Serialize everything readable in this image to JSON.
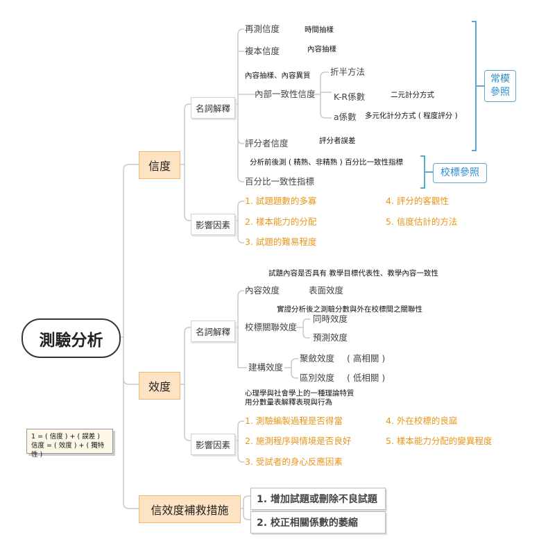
{
  "root": "測驗分析",
  "formula": [
    "1 = ( 信度 ) + ( 誤差 )",
    "信度 = ( 效度 ) + ( 獨特性 )"
  ],
  "reliability": {
    "title": "信度",
    "terms_label": "名詞解釋",
    "retest": "再測信度",
    "retest_note": "時間抽樣",
    "parallel": "複本信度",
    "parallel_note": "內容抽樣",
    "internal_note": "內容抽樣、內容異質",
    "internal": "內部一致性信度",
    "split_half": "折半方法",
    "kr": "K-R係數",
    "kr_note": "二元計分方式",
    "alpha": "a係數",
    "alpha_note": "多元化計分方式 ( 程度評分 )",
    "rater": "評分者信度",
    "rater_note": "評分者誤差",
    "pct_note": "分析前後測 ( 精熟、非精熟 ) 百分比一致性指標",
    "pct": "百分比一致性指標",
    "norm_ref": "常模參照",
    "criterion_ref": "校標參照",
    "factors_label": "影響因素",
    "factors": [
      "1. 試題題數的多寡",
      "2. 樣本能力的分配",
      "3. 試題的難易程度",
      "4. 評分的客觀性",
      "5. 信度估計的方法"
    ]
  },
  "validity": {
    "title": "效度",
    "terms_label": "名詞解釋",
    "content_note": "試題內容是否具有 教學目標代表性、教學內容一致性",
    "content": "內容效度",
    "face": "表面效度",
    "criterion_note": "實證分析後之測驗分數與外在校標間之關聯性",
    "criterion": "校標關聯效度",
    "concurrent": "同時效度",
    "predictive": "預測效度",
    "construct": "建構效度",
    "convergent": "聚斂效度",
    "convergent_note": "( 高相關 )",
    "discriminant": "區別效度",
    "discriminant_note": "( 低相關 )",
    "construct_note1": "心理學與社會學上的一種理論特質",
    "construct_note2": "用分數量表解釋表現與行為",
    "factors_label": "影響因素",
    "factors": [
      "1. 測驗編製過程是否得當",
      "2. 施測程序與情境是否良好",
      "3. 受試者的身心反應因素",
      "4. 外在校標的良窳",
      "5. 樣本能力分配的變異程度"
    ]
  },
  "remedy": {
    "title": "信效度補救措施",
    "items": [
      "1. 增加試題或刪除不良試題",
      "2. 校正相關係數的萎縮"
    ]
  }
}
